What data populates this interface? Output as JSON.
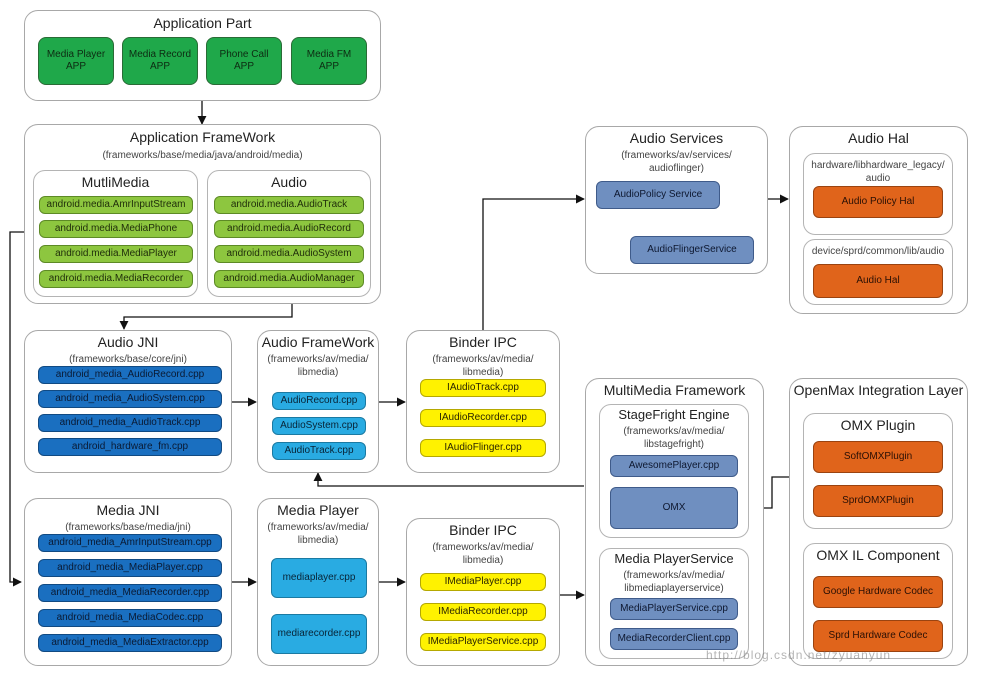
{
  "colors": {
    "app_green": "#1fa84a",
    "framework_green": "#8dc63f",
    "jni_blue": "#1a6fc0",
    "libmedia_cyan": "#29abe2",
    "binder_yellow": "#fff200",
    "service_steel": "#6f8fc0",
    "hal_orange": "#e0641b"
  },
  "app_part": {
    "title": "Application Part",
    "apps": [
      {
        "line1": "Media Player",
        "line2": "APP"
      },
      {
        "line1": "Media Record",
        "line2": "APP"
      },
      {
        "line1": "Phone Call",
        "line2": "APP"
      },
      {
        "line1": "Media FM",
        "line2": "APP"
      }
    ]
  },
  "app_framework": {
    "title": "Application FrameWork",
    "path": "(frameworks/base/media/java/android/media)",
    "multimedia": {
      "title": "MutliMedia",
      "items": [
        "android.media.AmrInputStream",
        "android.media.MediaPhone",
        "android.media.MediaPlayer",
        "android.media.MediaRecorder"
      ]
    },
    "audio": {
      "title": "Audio",
      "items": [
        "android.media.AudioTrack",
        "android.media.AudioRecord",
        "android.media.AudioSystem",
        "android.media.AudioManager"
      ]
    }
  },
  "audio_jni": {
    "title": "Audio JNI",
    "path": "(frameworks/base/core/jni)",
    "items": [
      "android_media_AudioRecord.cpp",
      "android_media_AudioSystem.cpp",
      "android_media_AudioTrack.cpp",
      "android_hardware_fm.cpp"
    ]
  },
  "audio_framework": {
    "title": "Audio FrameWork",
    "path1": "(frameworks/av/media/",
    "path2": "libmedia)",
    "items": [
      "AudioRecord.cpp",
      "AudioSystem.cpp",
      "AudioTrack.cpp"
    ]
  },
  "binder_audio": {
    "title": "Binder IPC",
    "path1": "(frameworks/av/media/",
    "path2": "libmedia)",
    "items": [
      "IAudioTrack.cpp",
      "IAudioRecorder.cpp",
      "IAudioFlinger.cpp"
    ]
  },
  "audio_services": {
    "title": "Audio Services",
    "path1": "(frameworks/av/services/",
    "path2": "audioflinger)",
    "items": [
      "AudioPolicy Service",
      "AudioFlingerService"
    ]
  },
  "audio_hal": {
    "title": "Audio Hal",
    "group1": {
      "path1": "hardware/libhardware_legacy/",
      "path2": "audio",
      "item": "Audio Policy Hal"
    },
    "group2": {
      "path1": "device/sprd/common/lib/audio",
      "item": "Audio Hal"
    }
  },
  "media_jni": {
    "title": "Media JNI",
    "path": "(frameworks/base/media/jni)",
    "items": [
      "android_media_AmrInputStream.cpp",
      "android_media_MediaPlayer.cpp",
      "android_media_MediaRecorder.cpp",
      "android_media_MediaCodec.cpp",
      "android_media_MediaExtractor.cpp"
    ]
  },
  "media_player": {
    "title": "Media Player",
    "path1": "(frameworks/av/media/",
    "path2": "libmedia)",
    "items": [
      "mediaplayer.cpp",
      "mediarecorder.cpp"
    ]
  },
  "binder_media": {
    "title": "Binder IPC",
    "path1": "(frameworks/av/media/",
    "path2": "libmedia)",
    "items": [
      "IMediaPlayer.cpp",
      "IMediaRecorder.cpp",
      "IMediaPlayerService.cpp"
    ]
  },
  "mm_framework": {
    "title": "MultiMedia Framework",
    "stagefright": {
      "title": "StageFright Engine",
      "path1": "(frameworks/av/media/",
      "path2": "libstagefright)",
      "items": [
        "AwesomePlayer.cpp",
        "OMX"
      ]
    },
    "player_service": {
      "title": "Media PlayerService",
      "path1": "(frameworks/av/media/",
      "path2": "libmediaplayerservice)",
      "items": [
        "MediaPlayerService.cpp",
        "MediaRecorderClient.cpp"
      ]
    }
  },
  "openmax": {
    "title": "OpenMax Integration Layer",
    "plugin": {
      "title": "OMX Plugin",
      "items": [
        "SoftOMXPlugin",
        "SprdOMXPlugin"
      ]
    },
    "il": {
      "title": "OMX IL Component",
      "items": [
        "Google Hardware Codec",
        "Sprd Hardware Codec"
      ]
    }
  },
  "watermark": "http://blog.csdn.net/zyuanyun"
}
